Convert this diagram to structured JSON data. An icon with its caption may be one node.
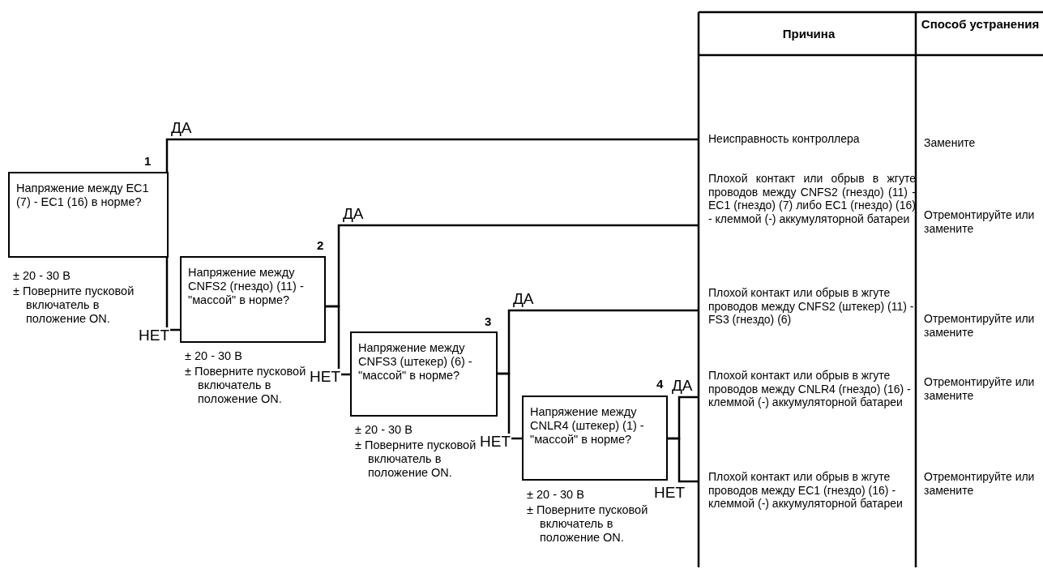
{
  "diagram": {
    "nodes": [
      {
        "text": [
          "Напряжение между EC1 (7) - EC1 (16) в норме?"
        ],
        "beside": [
          "1",
          "± 20 - 30 В",
          "± Поверните пусковой включатель в положение ON."
        ]
      },
      {
        "text": [
          "Напряжение между CNFS2 (гнездо) (11) - \"массой\" в норме?"
        ],
        "beside": [
          "2",
          "± 20 - 30 В",
          "± Поверните пусковой включатель в положение ON."
        ]
      },
      {
        "text": [
          "Напряжение между CNFS3 (штекер) (6) - \"массой\" в норме?"
        ],
        "beside": [
          "3",
          "± 20 - 30 В",
          "± Поверните пусковой включатель в положение ON."
        ]
      },
      {
        "text": [
          "Напряжение между CNLR4 (штекер) (1) - \"массой\" в норме?"
        ],
        "beside": [
          "4",
          "± 20 - 30 В",
          "± Поверните пусковой включатель в положение ON."
        ]
      },
      {
        "text": [
          "Неисправность контроллера"
        ]
      },
      {
        "text": [
          "Плохой контакт или обрыв в жгуте проводов между CNFS2 (гнездо) (11) - EC1 (гнездо) (7) либо EC1 (гнездо) (16) - клеммой (-) аккумуляторной батареи"
        ]
      },
      {
        "text": [
          "Плохой контакт или обрыв в жгуте проводов между CNFS2 (штекер) (11) - FS3 (гнездо) (6)"
        ]
      },
      {
        "text": [
          "Плохой контакт или обрыв в жгуте проводов между CNLR4 (гнездо) (16) - клеммой (-) аккумуляторной батареи"
        ]
      },
      {
        "text": [
          "Плохой контакт или обрыв в жгуте проводов между EC1 (гнездо) (16) - клеммой (-) аккумуляторной батареи"
        ]
      }
    ],
    "edges": [
      {
        "from": 0,
        "to": 4,
        "arrow": "none",
        "label": "ДА"
      },
      {
        "from": 0,
        "to": 1,
        "arrow": "none",
        "label": "НЕТ"
      },
      {
        "from": 1,
        "to": 5,
        "arrow": "none",
        "label": "ДА"
      },
      {
        "from": 1,
        "to": 2,
        "arrow": "none",
        "label": "НЕТ"
      },
      {
        "from": 2,
        "to": 6,
        "arrow": "none",
        "label": "ДА"
      },
      {
        "from": 2,
        "to": 3,
        "arrow": "none",
        "label": "НЕТ"
      },
      {
        "from": 3,
        "to": 7,
        "arrow": "none",
        "label": "ДА"
      },
      {
        "from": 3,
        "to": 8,
        "arrow": "none",
        "label": "НЕТ"
      }
    ],
    "labels": [
      "Причина",
      "Способ устранения",
      "Замените",
      "Отремонтируйте или замените",
      "Отремонтируйте или замените",
      "Отремонтируйте или замените",
      "Отремонтируйте или замените"
    ]
  }
}
